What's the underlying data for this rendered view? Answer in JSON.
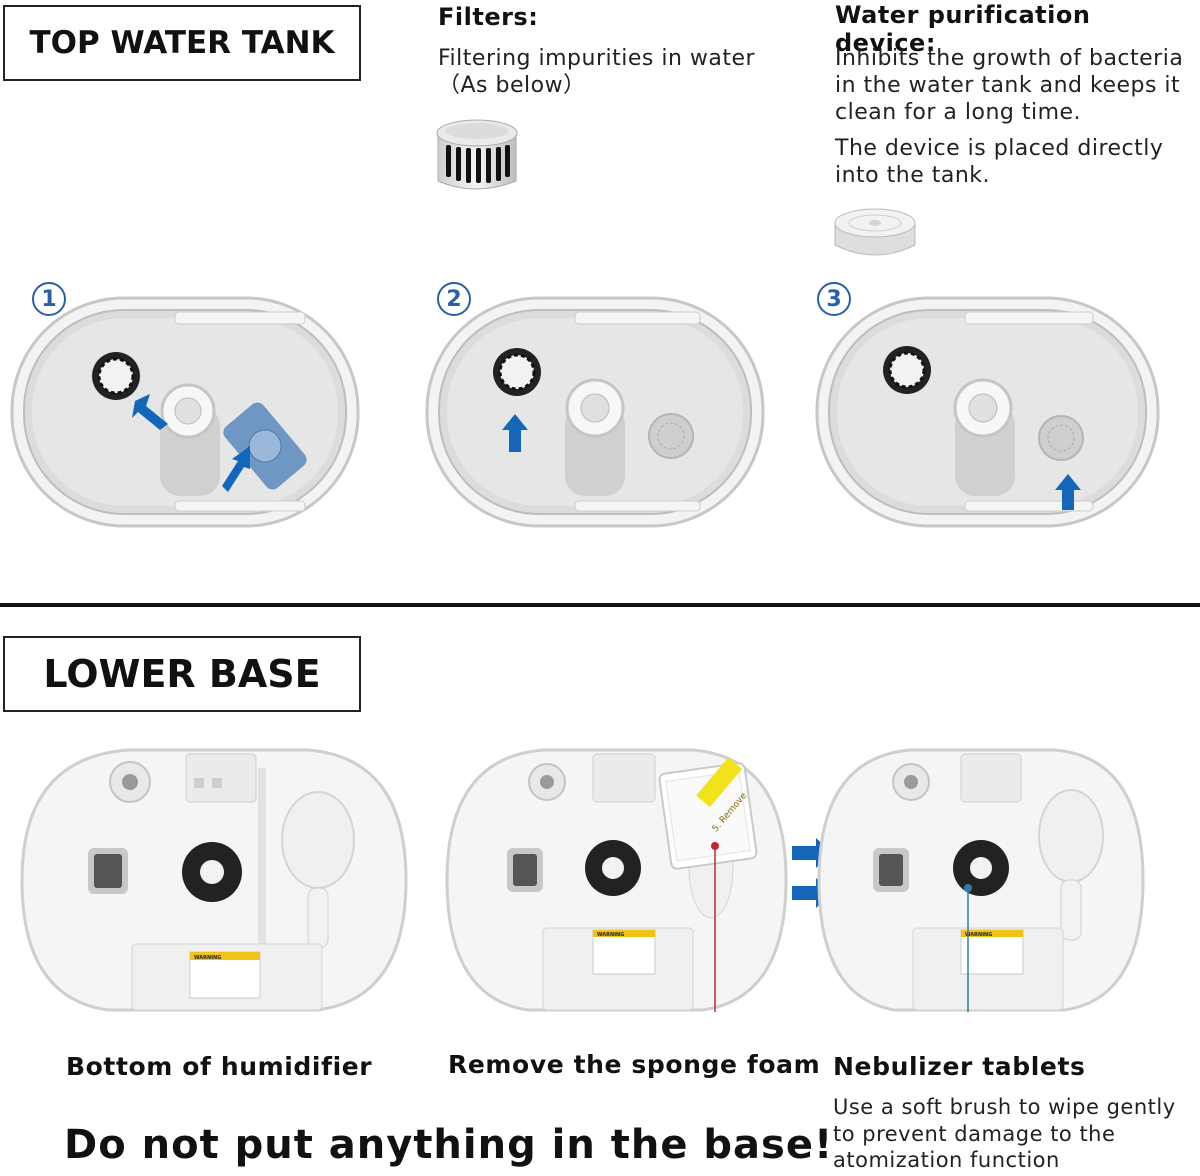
{
  "top_section": {
    "title": "TOP WATER TANK",
    "filters": {
      "heading": "Filters:",
      "lines": [
        "Filtering impurities in water",
        "（As below）"
      ]
    },
    "purifier": {
      "heading": "Water purification device:",
      "lines": [
        "Inhibits the growth of bacteria",
        "in the water tank and  keeps it",
        "clean for a long time.",
        "The device is placed directly",
        "into the tank."
      ]
    },
    "steps": [
      "1",
      "2",
      "3"
    ]
  },
  "bottom_section": {
    "title": "LOWER BASE",
    "captions": {
      "bottom": "Bottom of humidifier",
      "sponge": "Remove the sponge foam",
      "nebulizer": "Nebulizer tablets"
    },
    "nebulizer_desc": [
      "Use a soft brush to wipe gently",
      "to prevent damage to the",
      "atomization function"
    ],
    "sponge_label": "5. Remove",
    "warning_label": "WARNING",
    "warning_main": "Do not put anything in the base!"
  },
  "colors": {
    "arrow_blue": "#1466b8",
    "step_blue": "#2a5fa8",
    "sponge_yellow": "#f2e21a",
    "pointer_red": "#c0282e",
    "pointer_teal": "#2d7fa8"
  }
}
